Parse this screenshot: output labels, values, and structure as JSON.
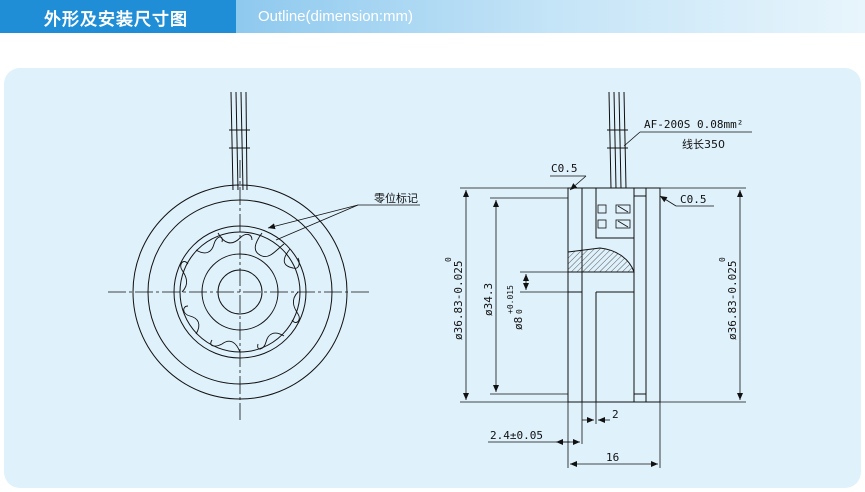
{
  "header": {
    "title_cn": "外形及安装尺寸图",
    "title_en": "Outline(dimension:mm)"
  },
  "front_view": {
    "zero_mark_label": "零位标记"
  },
  "side_view": {
    "wire_spec": "AF-200S 0.08mm²",
    "wire_length": "线长350",
    "chamfer_left": "C0.5",
    "chamfer_right": "C0.5",
    "dim_outer_left": "ø36.83-0.025",
    "dim_outer_left_upper": "0",
    "dim_outer_right": "ø36.83-0.025",
    "dim_outer_right_upper": "0",
    "dim_inner": "ø34.3",
    "dim_bore": "ø8",
    "dim_bore_tol_upper": "+0.015",
    "dim_bore_tol_lower": "0",
    "dim_gap": "2",
    "dim_offset": "2.4±0.05",
    "dim_length": "16"
  },
  "colors": {
    "header_blue": "#1f8ed6",
    "panel_bg": "#dff1fb",
    "line": "#111111"
  }
}
